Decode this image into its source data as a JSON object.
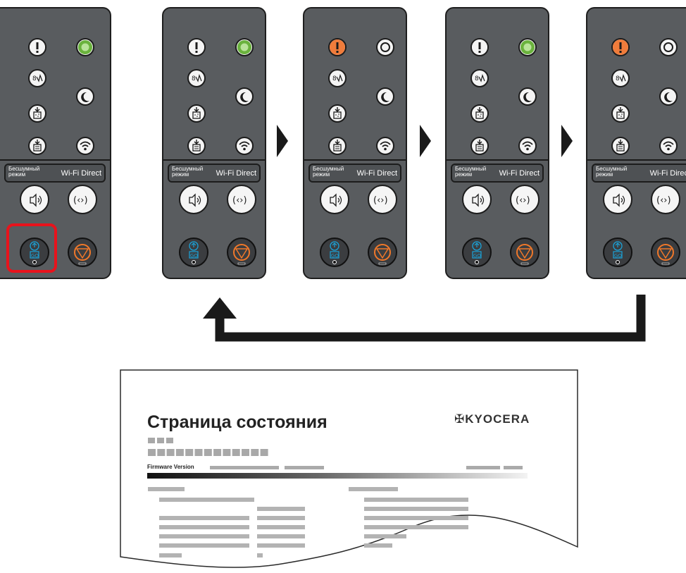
{
  "panels": [
    {
      "id": "initial",
      "status_led": "green",
      "highlight_go": true
    },
    {
      "id": "step-1",
      "status_led": "green",
      "highlight_go": false
    },
    {
      "id": "step-2",
      "status_led": "orange",
      "highlight_go": false
    },
    {
      "id": "step-3",
      "status_led": "green",
      "highlight_go": false
    },
    {
      "id": "step-4",
      "status_led": "orange",
      "highlight_go": false
    }
  ],
  "labels": {
    "quiet_mode": "Бесшумный режим",
    "quiet_line1": "Бесшумный",
    "quiet_line2": "режим",
    "wifi_direct": "Wi-Fi Direct"
  },
  "icons": {
    "attention": "exclamation-icon",
    "ready": "ready-ring-icon",
    "jam": "paper-jam-icon",
    "sleep": "moon-icon",
    "toner": "toner-icon",
    "paper": "paper-tray-icon",
    "wifi": "wifi-icon",
    "quiet_button": "speaker-quiet-icon",
    "wifi_button": "wireless-signal-icon",
    "go_button": "go-icon",
    "stop_button": "stop-icon"
  },
  "button_labels": {
    "go": "GO"
  },
  "colors": {
    "panel": "#595c5f",
    "led_green": "#6ab23d",
    "led_orange": "#f07c3b",
    "go_blue": "#1aa3d9",
    "stop_orange": "#f0782a",
    "highlight": "#e8131c"
  },
  "document": {
    "title": "Страница состояния",
    "brand": "KYOCERA",
    "firmware_label": "Firmware Version"
  }
}
